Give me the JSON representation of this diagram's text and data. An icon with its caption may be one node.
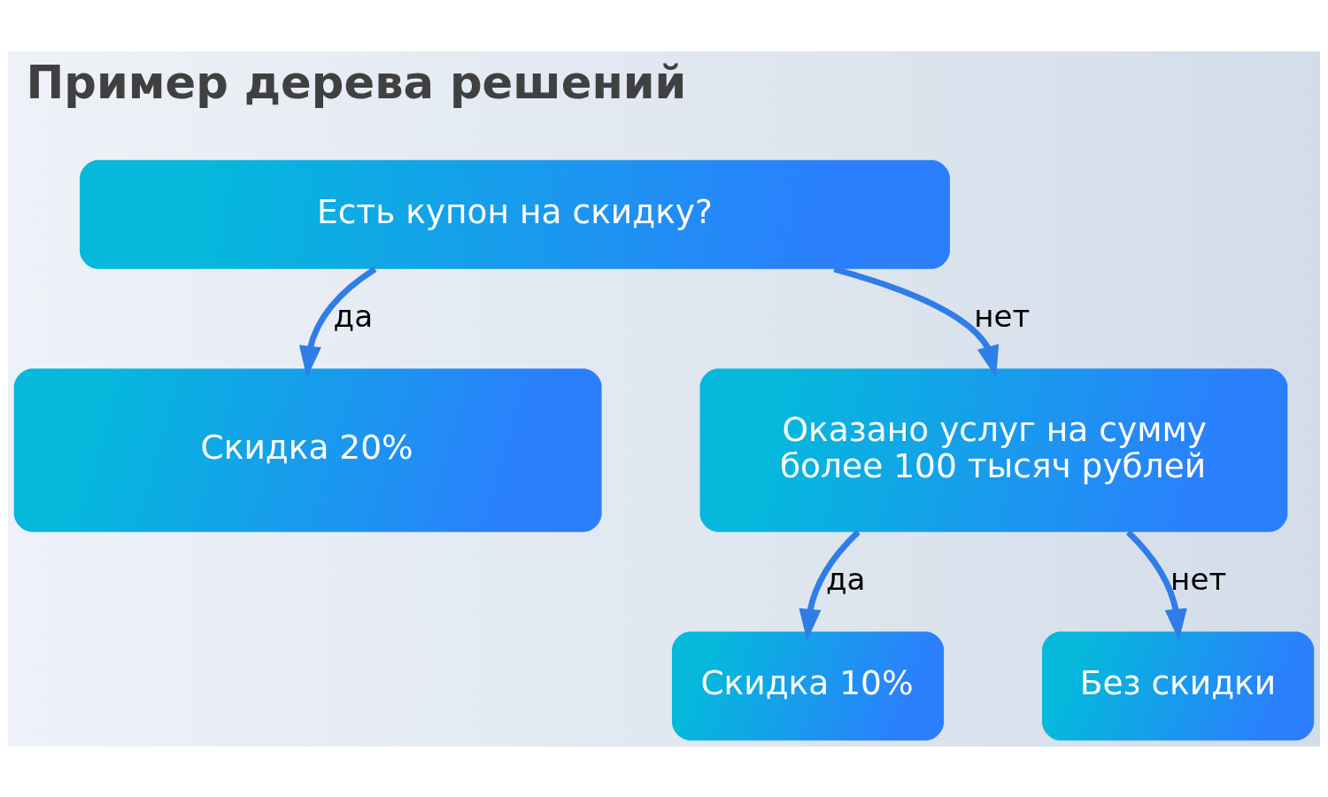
{
  "diagram": {
    "title": "Пример дерева решений",
    "nodes": [
      {
        "text": [
          "Есть купон на скидку?"
        ]
      },
      {
        "text": [
          "Скидка 20%"
        ]
      },
      {
        "text": [
          "Оказано услуг на сумму более 100 тысяч рублей"
        ]
      },
      {
        "text": [
          "Скидка 10%"
        ]
      },
      {
        "text": [
          "Без скидки"
        ]
      }
    ],
    "edges": [
      {
        "from": 0,
        "to": 1,
        "arrow": "to",
        "label": "да"
      },
      {
        "from": 0,
        "to": 2,
        "arrow": "to",
        "label": "нет"
      },
      {
        "from": 2,
        "to": 3,
        "arrow": "to",
        "label": "да"
      },
      {
        "from": 2,
        "to": 4,
        "arrow": "to",
        "label": "нет"
      }
    ]
  }
}
